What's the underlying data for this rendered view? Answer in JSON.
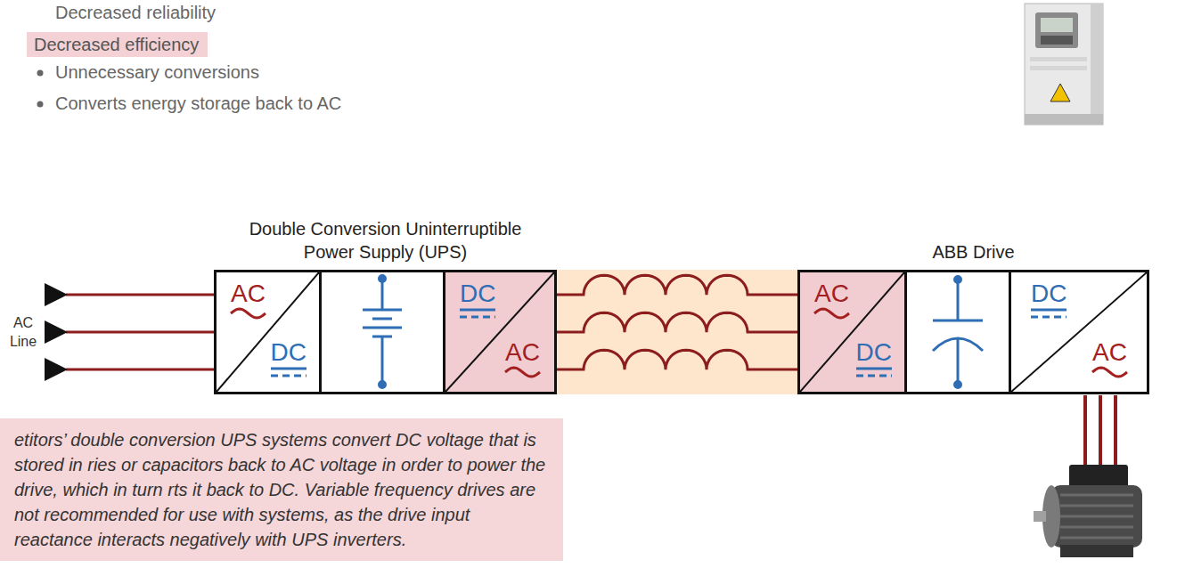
{
  "diagram": {
    "nodes": [
      {
        "text": [
          "Decreased efficiency"
        ]
      },
      {
        "text": [
          "Double Conversion Uninterruptible Power Supply (UPS)"
        ]
      },
      {
        "text": [
          "AC",
          "DC"
        ],
        "in": 1
      },
      {
        "text": [
          "DC",
          "AC"
        ],
        "in": 1
      },
      {
        "text": [
          "ABB Drive"
        ]
      },
      {
        "text": [
          "AC",
          "DC"
        ],
        "in": 4
      },
      {
        "text": [
          "DC",
          "AC"
        ],
        "in": 4
      },
      {
        "text": [
          "etitors’ double conversion UPS systems convert DC voltage that is stored in ries or capacitors back to AC voltage in order to power the drive, which in turn rts it back to DC. Variable frequency drives are not recommended for use with systems, as the drive input reactance interacts negatively with UPS inverters."
        ]
      }
    ],
    "edges": [
      {
        "from": 3,
        "to": 5,
        "arrow": "none"
      },
      {
        "from": 3,
        "to": 5,
        "arrow": "none"
      },
      {
        "from": 3,
        "to": 5,
        "arrow": "none"
      }
    ],
    "labels": [
      "Decreased reliability",
      "Unnecessary conversions",
      "Converts energy storage back to AC",
      "AC Line"
    ]
  }
}
